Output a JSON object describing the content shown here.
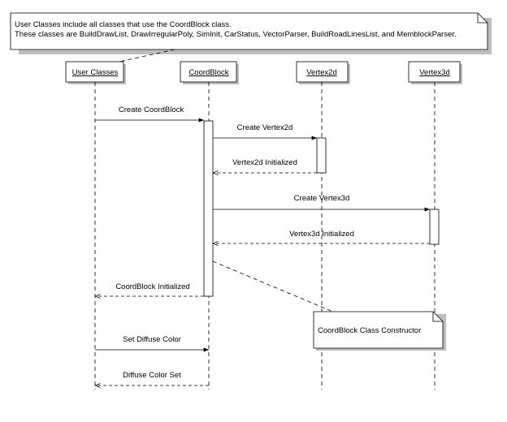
{
  "notes": {
    "top_line1": "User Classes include all classes that use the CoordBlock class.",
    "top_line2": "These classes are BuildDrawList, DrawIrregularPoly, SimInit, CarStatus, VectorParser, BuildRoadLinesList, and MemblockParser.",
    "constructor": "CoordBlock Class Constructor"
  },
  "objects": {
    "user_classes": "User Classes",
    "coordblock": "CoordBlock",
    "vertex2d": "Vertex2d",
    "vertex3d": "Vertex3d"
  },
  "messages": {
    "create_coordblock": "Create CoordBlock",
    "create_vertex2d": "Create Vertex2d",
    "vertex2d_initialized": "Vertex2d Initialized",
    "create_vertex3d": "Create Vertex3d",
    "vertex3d_initialized": "Vertex3d Initialized",
    "coordblock_initialized": "CoordBlock Initialized",
    "set_diffuse_color": "Set Diffuse Color",
    "diffuse_color_set": "Diffuse Color Set"
  },
  "colors": {
    "line": "#000000",
    "note_fill": "#ffffff",
    "shadow": "#bdbdbd"
  }
}
